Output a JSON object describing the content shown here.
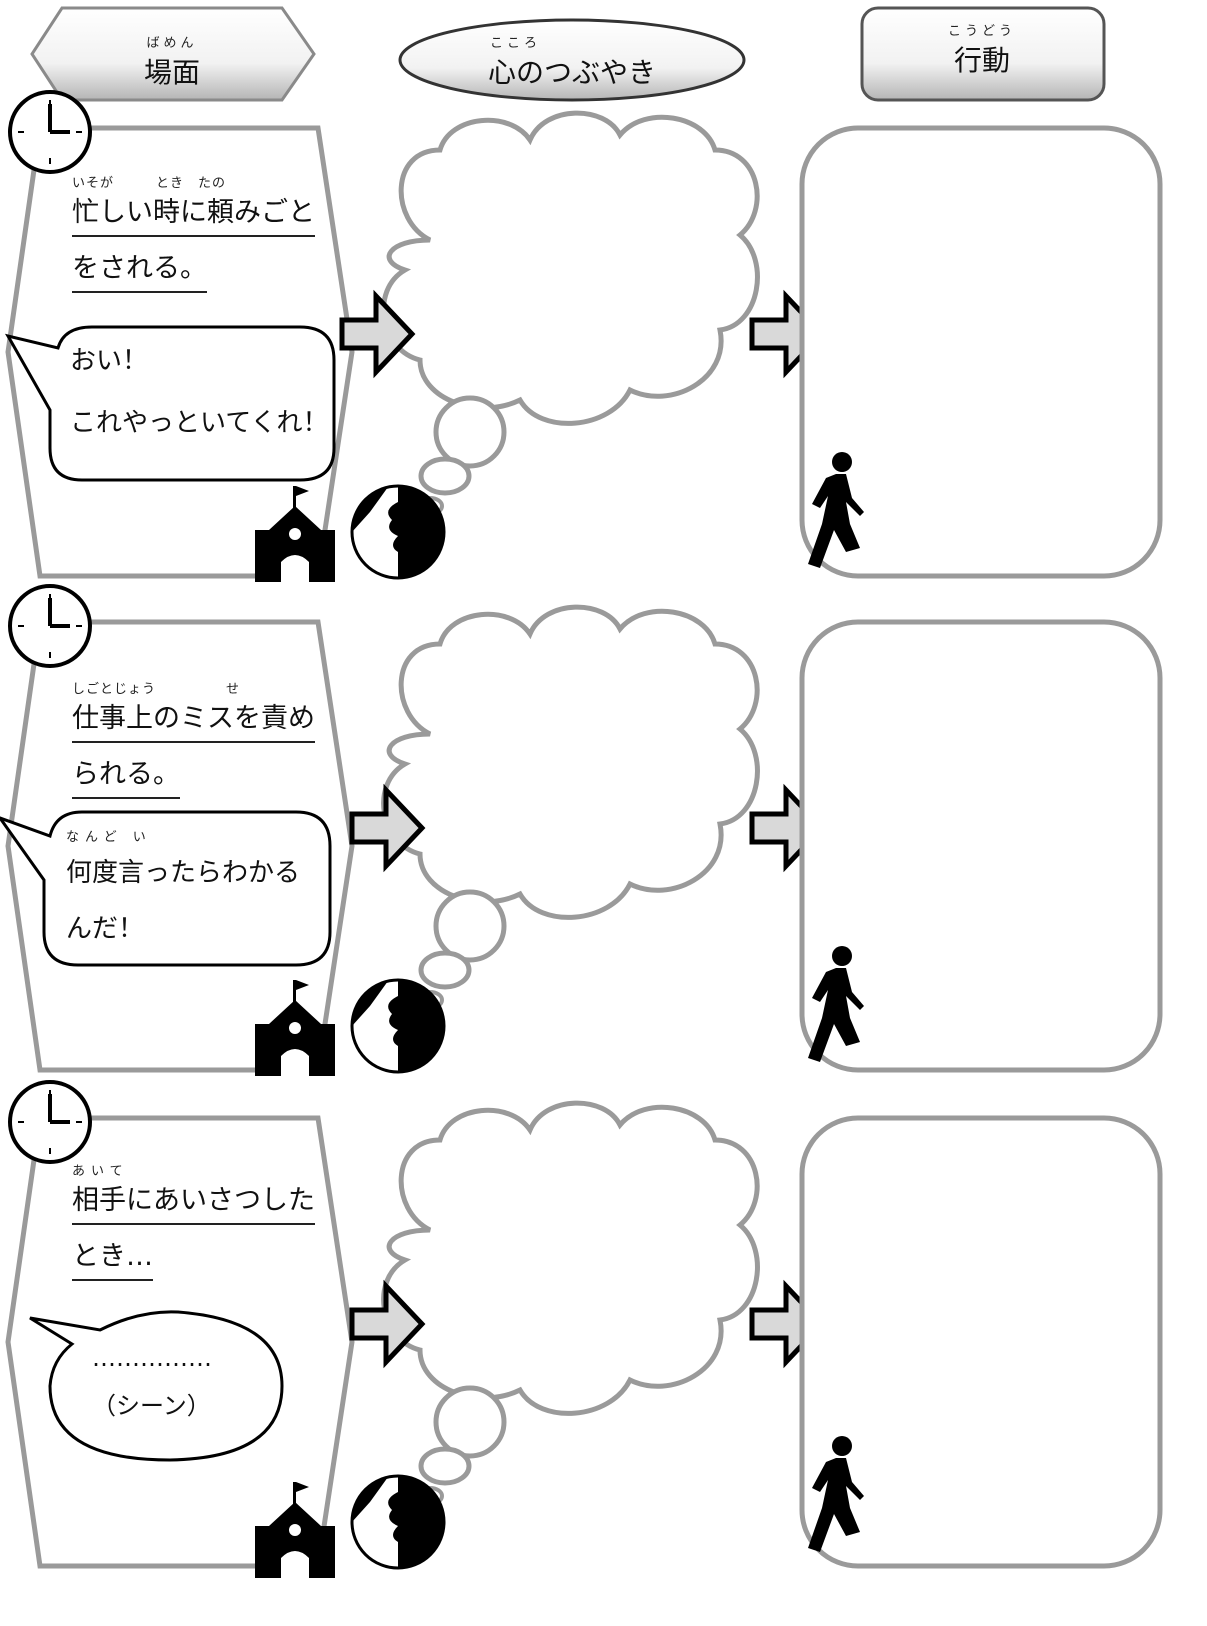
{
  "headers": {
    "scene": {
      "ruby": "ばめん",
      "label": "場面"
    },
    "mind": {
      "ruby": "こころ",
      "label": "心のつぶやき"
    },
    "action": {
      "ruby": "こうどう",
      "label": "行動"
    }
  },
  "rows": [
    {
      "scene_ruby": "いそが　　　とき　たの",
      "scene_lines": [
        "忙しい時に頼みごと",
        "をされる。"
      ],
      "speech_ruby": "",
      "speech_lines": [
        "おい！",
        "これやっといてくれ！"
      ]
    },
    {
      "scene_ruby": "しごとじょう　　　　　せ",
      "scene_lines": [
        "仕事上のミスを責め",
        "られる。"
      ],
      "speech_ruby": "なんど い",
      "speech_lines": [
        "何度言ったらわかる",
        "んだ！"
      ]
    },
    {
      "scene_ruby": "あいて",
      "scene_lines": [
        "相手にあいさつした",
        "とき…"
      ],
      "speech_ruby": "",
      "speech_lines": [
        "……………",
        "（シーン）"
      ]
    }
  ],
  "icons": [
    "clock-icon",
    "school-building-icon",
    "head-profile-icon",
    "running-person-icon",
    "arrow-right-icon",
    "thought-cloud"
  ],
  "colors": {
    "outline": "#9a9a9a",
    "arrow_fill": "#d9d9d9",
    "ink": "#000000"
  }
}
